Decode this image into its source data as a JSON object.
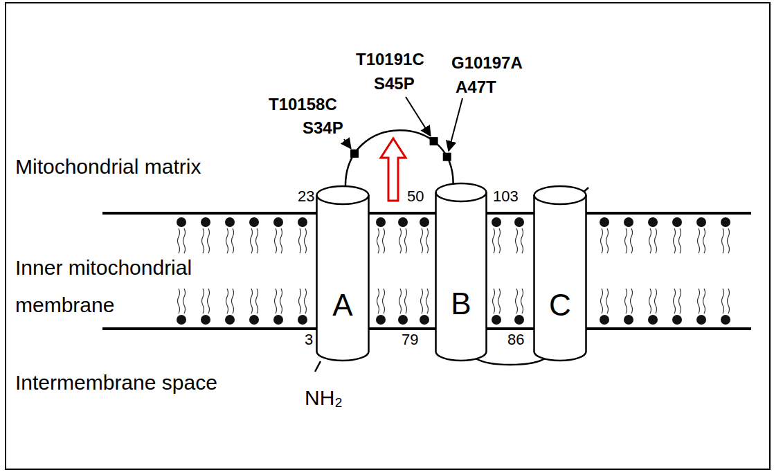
{
  "diagram": {
    "nodes": [
      {
        "text": [
          "A"
        ]
      },
      {
        "text": [
          "B"
        ]
      },
      {
        "text": [
          "C"
        ]
      }
    ],
    "edges": [
      {
        "from": 0,
        "to": 1,
        "arrow": "none"
      },
      {
        "from": 1,
        "to": 2,
        "arrow": "none"
      }
    ],
    "labels": [
      "T10158C",
      "S34P",
      "T10191C",
      "S45P",
      "G10197A",
      "A47T",
      "Mitochondrial matrix",
      "23",
      "50",
      "103",
      "Inner mitochondrial membrane",
      "3",
      "79",
      "86",
      "Intermembrane space",
      "NH₂"
    ]
  }
}
